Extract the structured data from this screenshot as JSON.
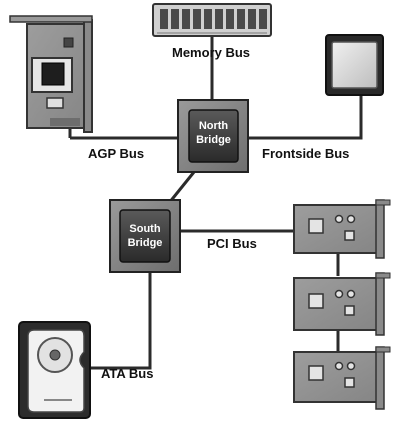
{
  "chips": {
    "north": {
      "line1": "North",
      "line2": "Bridge"
    },
    "south": {
      "line1": "South",
      "line2": "Bridge"
    }
  },
  "labels": {
    "memory_bus": "Memory Bus",
    "agp_bus": "AGP Bus",
    "frontside_bus": "Frontside Bus",
    "pci_bus": "PCI Bus",
    "ata_bus": "ATA Bus"
  },
  "devices": {
    "memory": "memory-module",
    "agp_card": "agp-card",
    "cpu": "cpu",
    "pci_cards": 3,
    "hard_drive": "hard-drive"
  }
}
